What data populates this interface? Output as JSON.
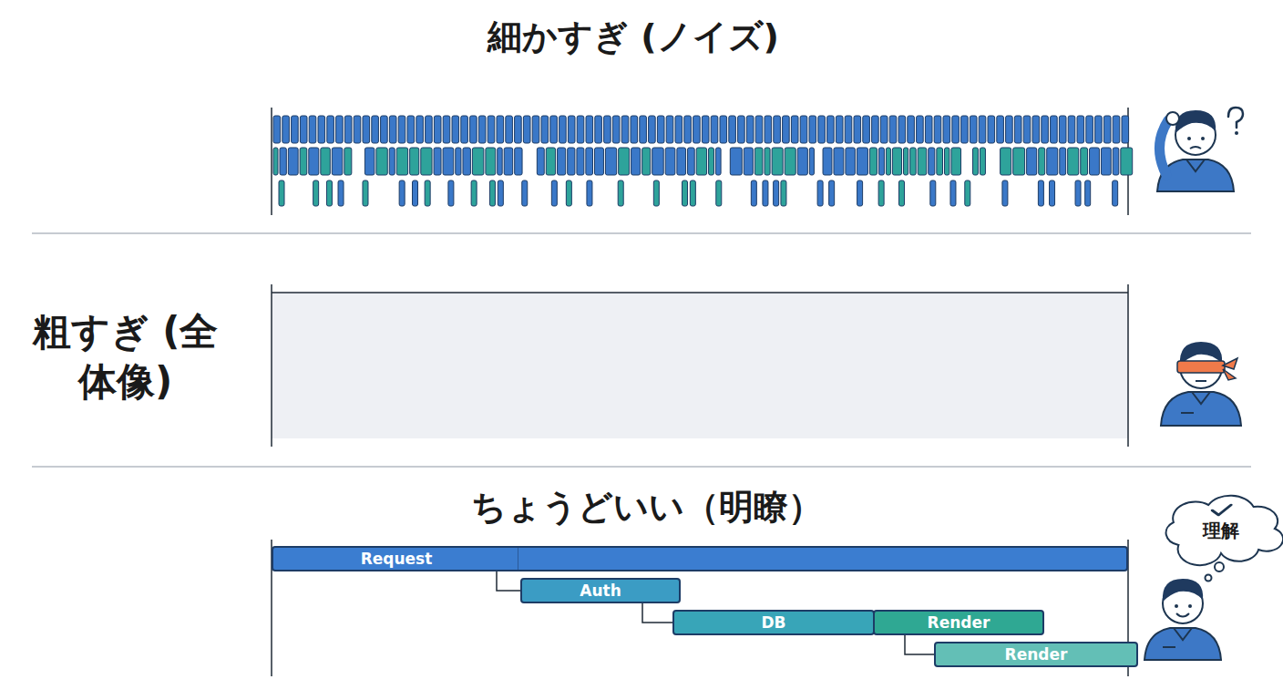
{
  "diagram": {
    "nodes": [
      {
        "text": [
          "Request"
        ]
      },
      {
        "text": [
          "Auth"
        ]
      },
      {
        "text": [
          "DB"
        ]
      },
      {
        "text": [
          "Render"
        ]
      },
      {
        "text": [
          "Render"
        ]
      },
      {
        "text": [
          "理解"
        ]
      }
    ],
    "edges": [
      {
        "from": 0,
        "to": 1,
        "arrow": "none"
      },
      {
        "from": 1,
        "to": 2,
        "arrow": "none"
      },
      {
        "from": 3,
        "to": 4,
        "arrow": "none"
      }
    ],
    "labels": [
      "細かすぎ (ノイズ)",
      "粗すぎ (全体像)",
      "ちょうどいい（明瞭）"
    ]
  }
}
